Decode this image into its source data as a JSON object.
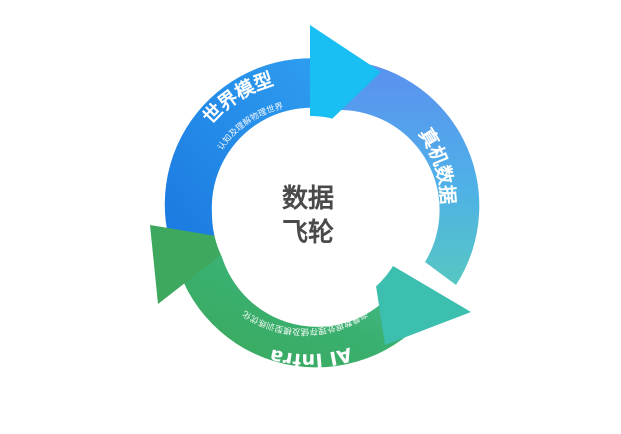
{
  "center": {
    "line1": "数据",
    "line2": "飞轮"
  },
  "segments": [
    {
      "title": "世界模型",
      "subtitle": "认知及理解物理世界"
    },
    {
      "title": "真机数据",
      "subtitle": "海量采集数据"
    },
    {
      "title": "AI Infra",
      "subtitle": "海量数据处理存储及模型训练优化"
    }
  ],
  "colors": {
    "world_model": "#1f7fe0",
    "real_data": "#5aa7e8",
    "ai_infra": "#3fb36a",
    "arrow_blue": "#1ec0f0",
    "arrow_teal": "#3cbcb0",
    "arrow_green": "#3ea85e",
    "center_text": "#4a4a4a"
  }
}
